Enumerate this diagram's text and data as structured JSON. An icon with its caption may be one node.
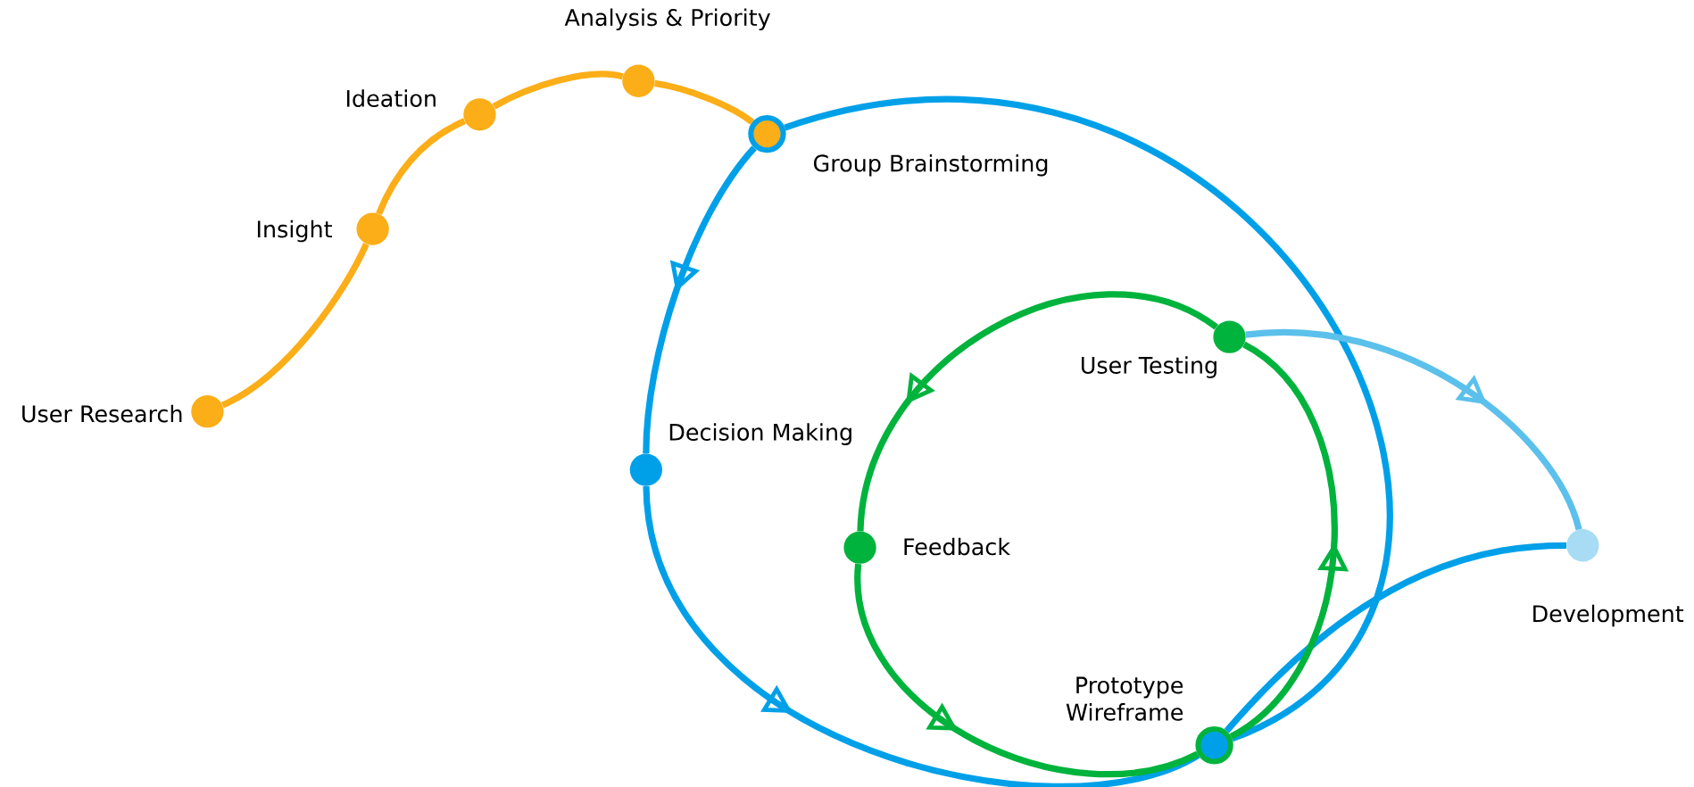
{
  "diagram": {
    "nodes": [
      {
        "text": [],
        "shape": "circle",
        "beside": [
          "User Research"
        ]
      },
      {
        "text": [],
        "shape": "circle",
        "beside": [
          "Insight"
        ]
      },
      {
        "text": [],
        "shape": "circle",
        "beside": [
          "Ideation"
        ]
      },
      {
        "text": [],
        "shape": "circle",
        "beside": [
          "Analysis & Priority"
        ]
      },
      {
        "text": [],
        "shape": "circle",
        "beside": [
          "Group Brainstorming"
        ]
      },
      {
        "text": [],
        "shape": "circle",
        "beside": [
          "Decision Making"
        ]
      },
      {
        "text": [],
        "shape": "circle",
        "beside": [
          "User Testing"
        ]
      },
      {
        "text": [],
        "shape": "circle",
        "beside": [
          "Feedback"
        ]
      },
      {
        "text": [],
        "shape": "circle",
        "beside": [
          "Prototype Wireframe"
        ]
      },
      {
        "text": [],
        "shape": "circle",
        "beside": [
          "Development"
        ]
      }
    ],
    "edges": [
      {
        "from": 0,
        "to": 1,
        "arrow": "none",
        "color": "#fbae17"
      },
      {
        "from": 1,
        "to": 2,
        "arrow": "none",
        "color": "#fbae17"
      },
      {
        "from": 2,
        "to": 3,
        "arrow": "none",
        "color": "#fbae17"
      },
      {
        "from": 3,
        "to": 4,
        "arrow": "none",
        "color": "#fbae17"
      },
      {
        "from": 4,
        "to": 5,
        "arrow": "to",
        "color": "#00a0e9"
      },
      {
        "from": 5,
        "to": 8,
        "arrow": "to",
        "color": "#00a0e9"
      },
      {
        "from": 8,
        "to": 4,
        "arrow": "none",
        "color": "#00a0e9"
      },
      {
        "from": 8,
        "to": 9,
        "arrow": "none",
        "color": "#00a0e9"
      },
      {
        "from": 6,
        "to": 7,
        "arrow": "to",
        "color": "#00b33c"
      },
      {
        "from": 7,
        "to": 8,
        "arrow": "to",
        "color": "#00b33c"
      },
      {
        "from": 8,
        "to": 6,
        "arrow": "to",
        "color": "#00b33c"
      },
      {
        "from": 6,
        "to": 9,
        "arrow": "to",
        "color": "#5bc0eb"
      }
    ]
  }
}
